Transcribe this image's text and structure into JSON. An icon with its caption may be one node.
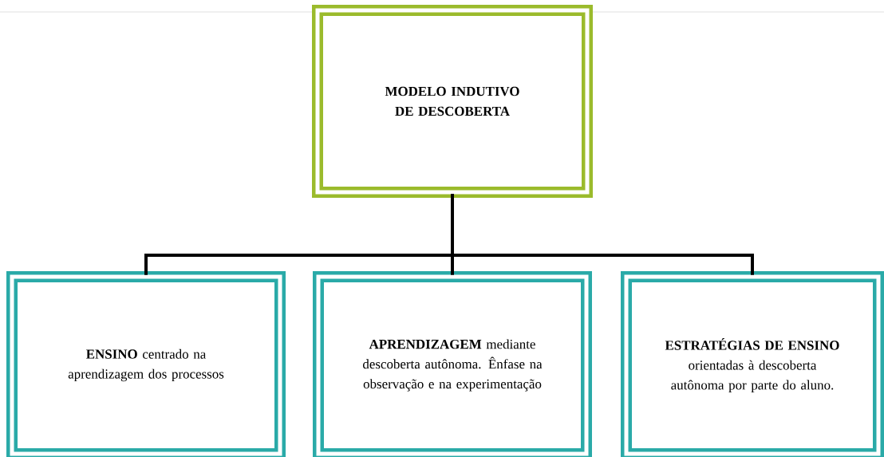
{
  "diagram": {
    "nodes": [
      {
        "text": [
          "MODELO INDUTIVO DE DESCOBERTA"
        ]
      },
      {
        "text": [
          "**ENSINO** centrado na aprendizagem dos processos"
        ]
      },
      {
        "text": [
          "**APRENDIZAGEM** mediante descoberta autônoma. Ênfase na observação e na experimentação"
        ]
      },
      {
        "text": [
          "**ESTRATÉGIAS DE ENSINO** orientadas à descoberta autônoma por parte do aluno."
        ]
      }
    ],
    "edges": [
      {
        "from": 0,
        "to": 1,
        "arrow": "none"
      },
      {
        "from": 0,
        "to": 2,
        "arrow": "none"
      },
      {
        "from": 0,
        "to": 3,
        "arrow": "none"
      }
    ]
  }
}
